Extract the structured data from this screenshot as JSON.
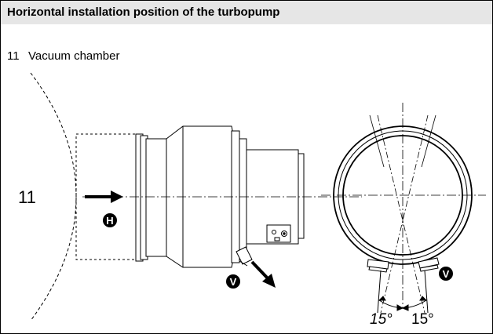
{
  "header": {
    "title": "Horizontal installation position of the turbopump"
  },
  "legend": {
    "number": "11",
    "label": "Vacuum chamber"
  },
  "diagram": {
    "chamber_label": "11",
    "marker_h": "H",
    "marker_v": "V",
    "angle_left": "15°",
    "angle_right": "15°"
  }
}
